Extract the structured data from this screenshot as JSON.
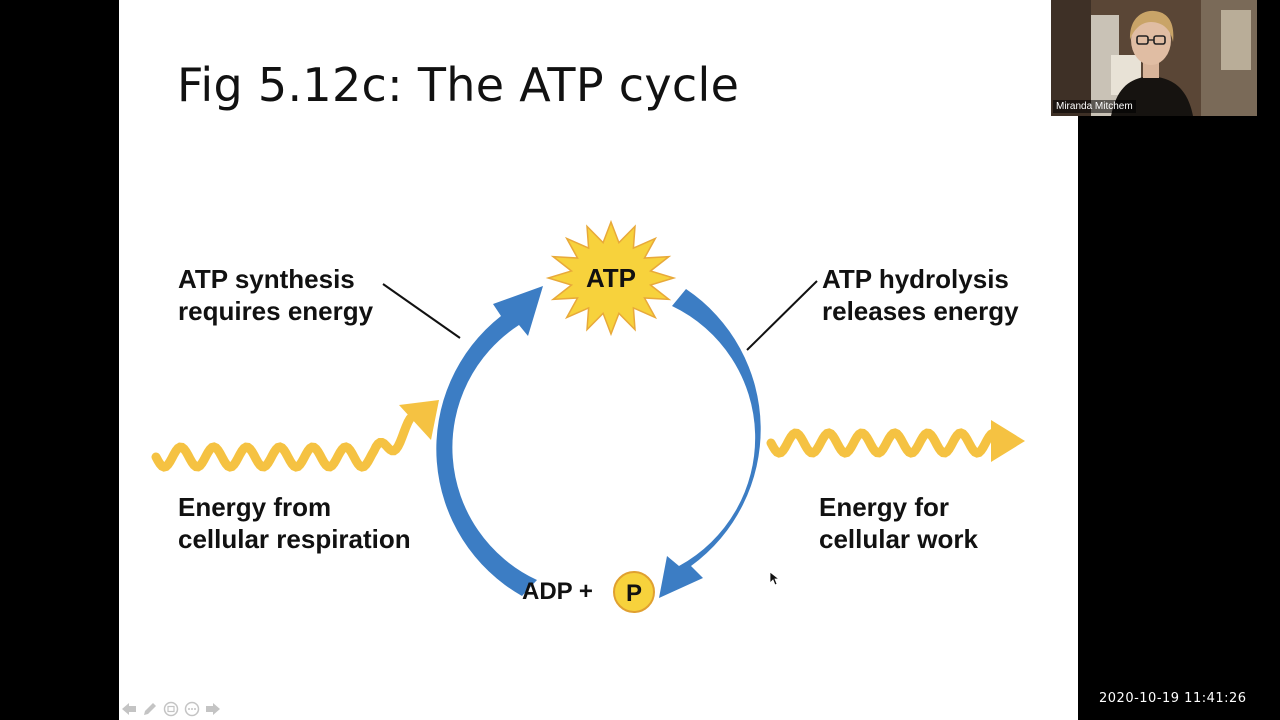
{
  "slide": {
    "title": "Fig 5.12c: The ATP cycle",
    "atp_label": "ATP",
    "adp_label": "ADP +",
    "phosphate_label": "P",
    "synthesis_label": [
      "ATP synthesis",
      "requires energy"
    ],
    "hydrolysis_label": [
      "ATP hydrolysis",
      "releases energy"
    ],
    "energy_in_label": [
      "Energy from",
      "cellular respiration"
    ],
    "energy_out_label": [
      "Energy for",
      "cellular work"
    ]
  },
  "nav_controls": [
    {
      "icon": "arrow-left-icon"
    },
    {
      "icon": "pen-icon"
    },
    {
      "icon": "slides-icon"
    },
    {
      "icon": "more-icon"
    },
    {
      "icon": "arrow-right-icon"
    }
  ],
  "video": {
    "participant_name": "Miranda Mitchem"
  },
  "timestamp": "2020-10-19  11:41:26",
  "colors": {
    "arrow_blue": "#3c7dc4",
    "energy_yellow": "#f5c242",
    "starburst_yellow": "#f7d23c",
    "background": "#000000",
    "slide_bg": "#ffffff"
  }
}
